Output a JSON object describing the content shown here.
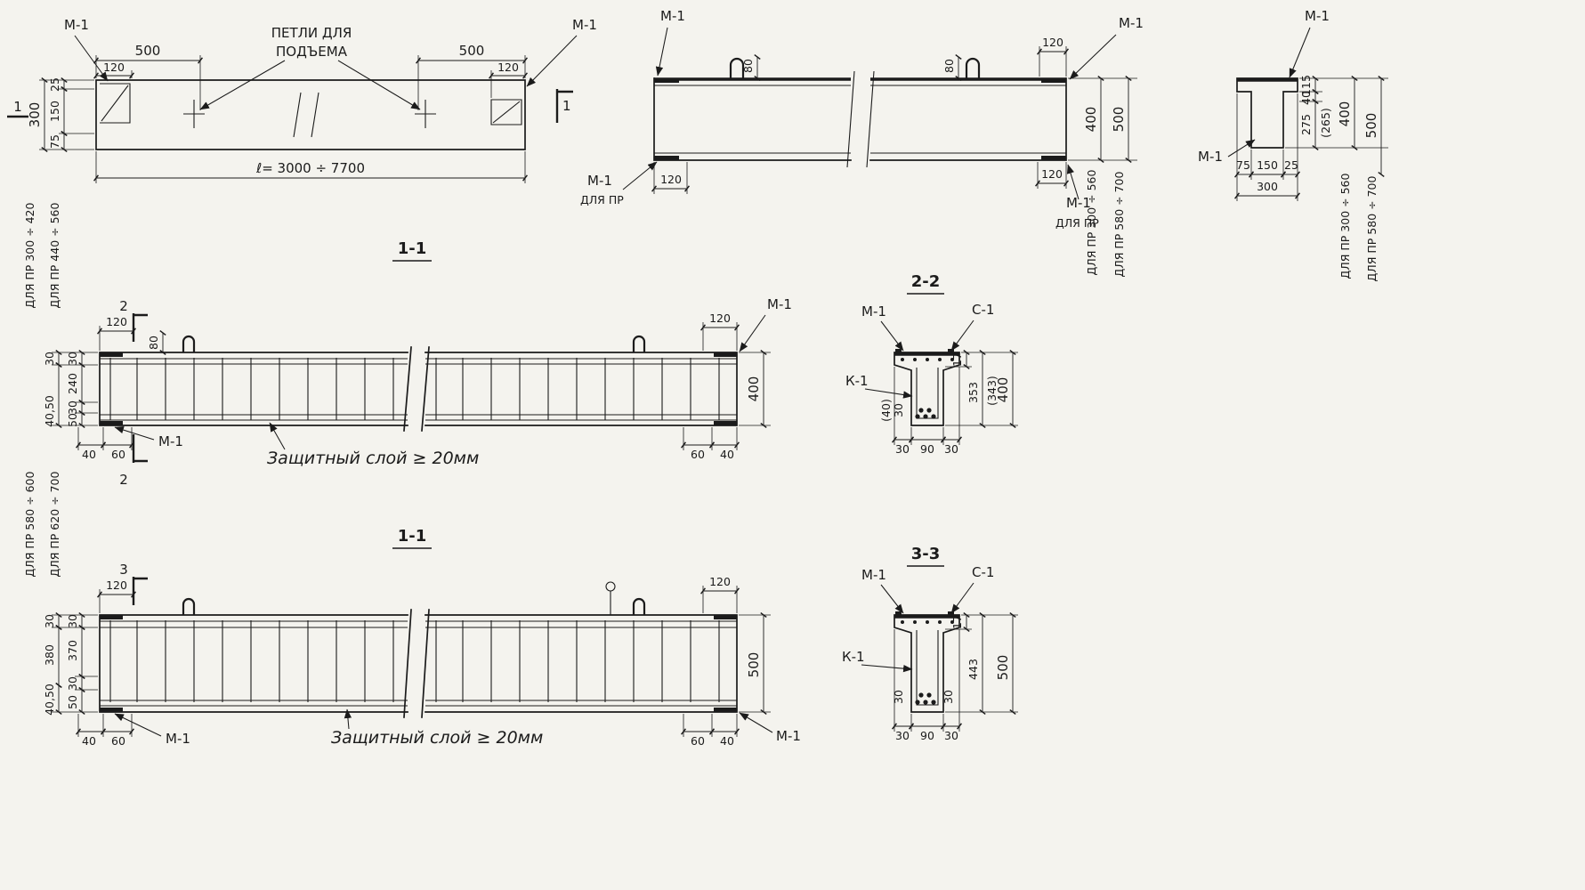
{
  "sheet": {
    "background": "#f4f3ee",
    "ink": "#1b1b1b"
  },
  "common": {
    "m1": "М-1",
    "c1": "С-1",
    "k1": "К-1",
    "dlya_pr": "ДЛЯ ПР",
    "cover_note": "Защитный  слой ≥ 20мм",
    "lift_line1": "ПЕТЛИ ДЛЯ",
    "lift_line2": "ПОДЪЕМА"
  },
  "ranges": {
    "pr_300_420": "ДЛЯ ПР 300 ÷ 420",
    "pr_440_560": "ДЛЯ ПР 440 ÷ 560",
    "pr_300_560": "ДЛЯ ПР 300 ÷ 560",
    "pr_580_700": "ДЛЯ ПР 580 ÷ 700",
    "pr_580_600": "ДЛЯ ПР 580 ÷ 600",
    "pr_620_700": "ДЛЯ ПР 620 ÷ 700"
  },
  "plan_view": {
    "cut": "1",
    "d500": "500",
    "d120": "120",
    "d25": "25",
    "d150": "150",
    "d75": "75",
    "d300": "300",
    "length": "ℓ= 3000 ÷ 7700"
  },
  "elev_view": {
    "d80": "80",
    "d120": "120",
    "d400": "400",
    "d500": "500"
  },
  "end_section": {
    "d115": "115",
    "d40": "40",
    "d275": "275",
    "d265": "(265)",
    "d400": "400",
    "d500": "500",
    "d75": "75",
    "d150": "150",
    "d25": "25",
    "d300": "300"
  },
  "sec11a": {
    "title": "1-1",
    "cut": "2",
    "d120": "120",
    "d80": "80",
    "d400": "400",
    "l30a": "30",
    "l240": "240",
    "l30b": "30",
    "l50": "50",
    "l30o": "30",
    "l4050": "40,50",
    "b40": "40",
    "b60": "60"
  },
  "sec22": {
    "title": "2-2",
    "d17": "17",
    "d353": "353",
    "d343": "(343)",
    "d400": "400",
    "d30s": "30",
    "d40s": "(40)",
    "b30": "30",
    "b90": "90"
  },
  "sec11b": {
    "title": "1-1",
    "cut": "3",
    "d120": "120",
    "d500": "500",
    "l30a": "30",
    "l370": "370",
    "l30b": "30",
    "l50": "50",
    "l30o": "30",
    "l380": "380",
    "l4050": "40,50",
    "b40": "40",
    "b60": "60"
  },
  "sec33": {
    "title": "3-3",
    "d17": "17",
    "d443": "443",
    "d500": "500",
    "d30l": "30",
    "d30r": "30",
    "b30": "30",
    "b90": "90"
  }
}
